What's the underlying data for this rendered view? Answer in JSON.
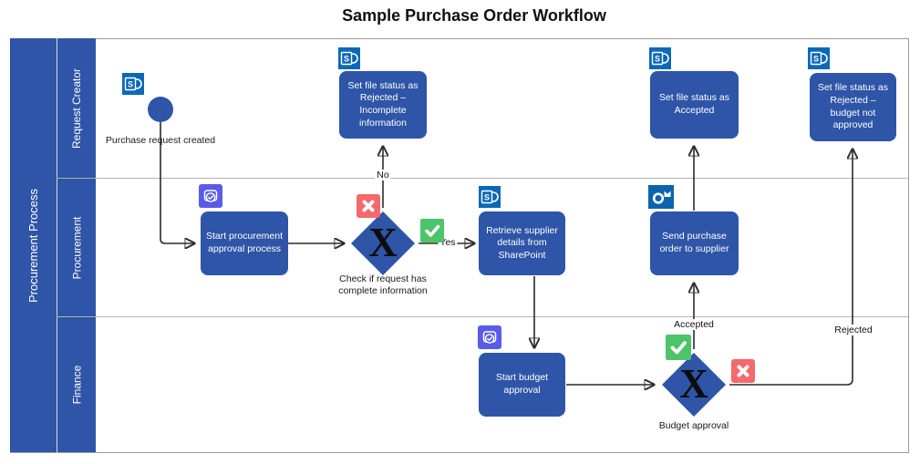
{
  "title": "Sample Purchase Order Workflow",
  "pool": {
    "label": "Procurement Process"
  },
  "lanes": [
    {
      "label": "Request Creator"
    },
    {
      "label": "Procurement"
    },
    {
      "label": "Finance"
    }
  ],
  "nodes": {
    "start_event": {
      "type": "start-event",
      "label": "Purchase request created"
    },
    "start_procurement": {
      "type": "task",
      "label": "Start procurement approval process"
    },
    "check_complete": {
      "type": "exclusive-gateway",
      "symbol": "X",
      "label": "Check if request has complete information"
    },
    "retrieve_supplier": {
      "type": "task",
      "label": "Retrieve supplier details from SharePoint"
    },
    "send_po": {
      "type": "task",
      "label": "Send purchase order to supplier"
    },
    "set_rejected_incomplete": {
      "type": "task",
      "label": "Set file status as Rejected – Incomplete information"
    },
    "set_accepted": {
      "type": "task",
      "label": "Set file status as Accepted"
    },
    "set_rejected_budget": {
      "type": "task",
      "label": "Set file status as Rejected – budget not approved"
    },
    "start_budget": {
      "type": "task",
      "label": "Start budget approval"
    },
    "budget_approval": {
      "type": "exclusive-gateway",
      "symbol": "X",
      "label": "Budget approval"
    }
  },
  "edge_labels": {
    "no": "No",
    "yes": "Yes",
    "accepted": "Accepted",
    "rejected": "Rejected"
  },
  "icon_names": {
    "sharepoint": "sharepoint-icon",
    "approvals": "approvals-icon",
    "outlook": "outlook-icon",
    "reject": "reject-x-icon",
    "approve": "approve-check-icon"
  },
  "colors": {
    "node_blue": "#2e55a7",
    "sharepoint_blue": "#0c68b8",
    "approvals_purple": "#5a5be8",
    "outlook_blue": "#0b64ad",
    "reject_red": "#f4696b",
    "approve_green": "#4dc36a",
    "connector": "#2b2b2b",
    "lane_line": "#b3b3b3"
  }
}
